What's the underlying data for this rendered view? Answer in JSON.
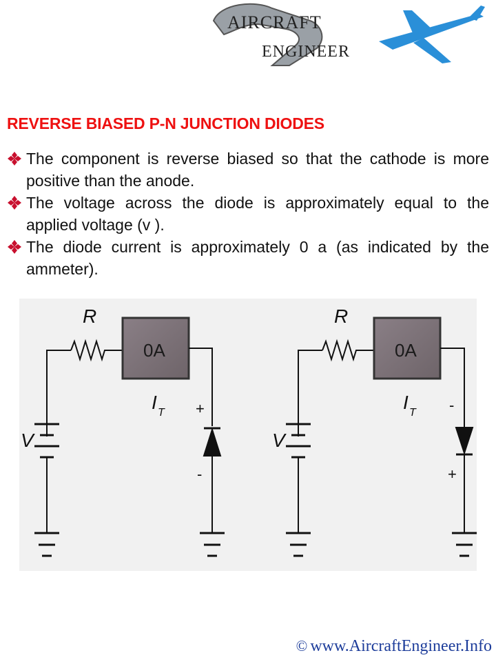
{
  "logo": {
    "line1": "AIRCRAFT",
    "line2": "ENGINEER",
    "airplane_color": "#2a8fd8"
  },
  "title": "REVERSE BIASED P-N JUNCTION DIODES",
  "bullet_marker_color": "#c8102e",
  "bullets": [
    "The component is reverse biased so that the cathode is more positive than the anode.",
    "The voltage across the diode is approximately equal to the applied voltage (v ).",
    "The diode current is approximately 0 a (as indicated by the ammeter)."
  ],
  "circuits": [
    {
      "resistor_label": "R",
      "ammeter_reading": "0A",
      "current_label": "I",
      "current_subscript": "T",
      "source_label": "V",
      "diode_top_sign": "+",
      "diode_bottom_sign": "-",
      "diode_direction": "up"
    },
    {
      "resistor_label": "R",
      "ammeter_reading": "0A",
      "current_label": "I",
      "current_subscript": "T",
      "source_label": "V",
      "diode_top_sign": "-",
      "diode_bottom_sign": "+",
      "diode_direction": "down"
    }
  ],
  "footer": {
    "copyright_symbol": "©",
    "url": "www.AircraftEngineer.Info"
  }
}
